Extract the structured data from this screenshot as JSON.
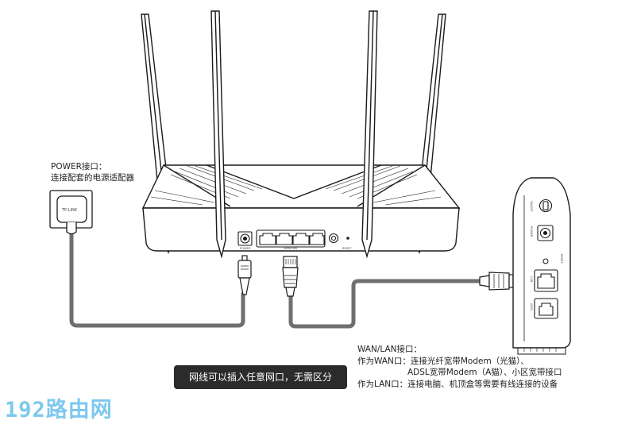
{
  "power_callout": {
    "line1": "POWER接口：",
    "line2": "连接配套的电源适配器"
  },
  "wan_lan_callout": {
    "title": "WAN/LAN接口：",
    "wan_line1": "作为WAN口：连接光纤宽带Modem（光猫）、",
    "wan_line2": "ADSL宽带Modem（A猫）、小区宽带接口",
    "lan_line": "作为LAN口：连接电脑、机顶盒等需要有线连接的设备"
  },
  "tip_text": "网线可以插入任意网口，无需区分",
  "watermark_text": "192路由网",
  "router_ports": {
    "power": "POWER",
    "wan_lan": "WAN/LAN",
    "reset": "RESET"
  },
  "adapter_brand": "TP-LINK",
  "modem_ports": {
    "onoff": "ON/OFF",
    "power": "POWER",
    "reset": "RESET",
    "lan": "LAN",
    "adsl": "ADSL"
  },
  "colors": {
    "cable": "#777777",
    "outline": "#1a1a1a",
    "tip_bg": "#2b2b2b",
    "watermark": "#7dc8ee"
  }
}
